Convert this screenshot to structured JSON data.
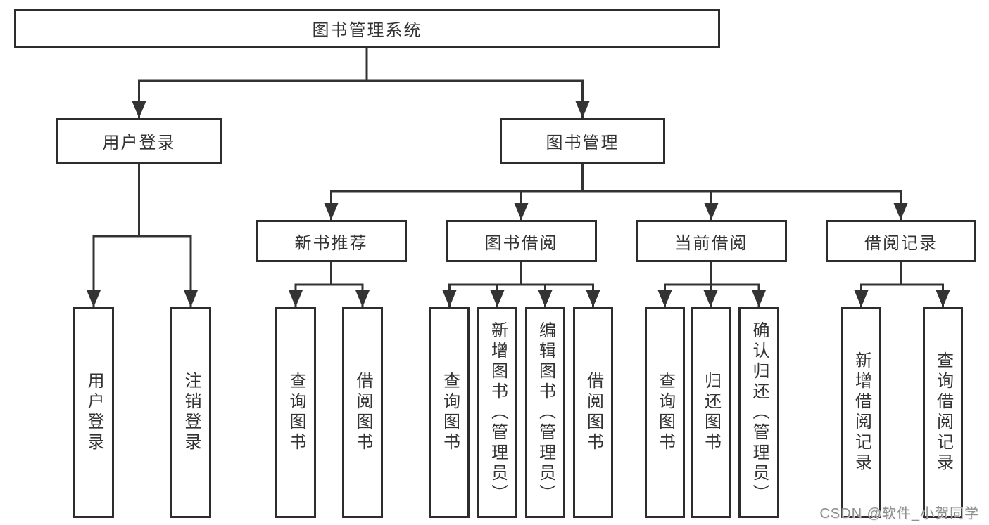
{
  "diagram": {
    "root": {
      "label": "图书管理系统"
    },
    "branches": {
      "user_login": {
        "label": "用户登录",
        "children": [
          "用户登录",
          "注销登录"
        ]
      },
      "book_management": {
        "label": "图书管理",
        "sections": {
          "new_book_recommend": {
            "label": "新书推荐",
            "children": [
              "查询图书",
              "借阅图书"
            ]
          },
          "book_borrow": {
            "label": "图书借阅",
            "children": [
              "查询图书",
              "新增图书（管理员）",
              "编辑图书（管理员）",
              "借阅图书"
            ]
          },
          "current_borrow": {
            "label": "当前借阅",
            "children": [
              "查询图书",
              "归还图书",
              "确认归还（管理员）"
            ]
          },
          "borrow_record": {
            "label": "借阅记录",
            "children": [
              "新增借阅记录",
              "查询借阅记录"
            ]
          }
        }
      }
    }
  },
  "watermark": {
    "text": "CSDN @软件_小贺同学"
  },
  "colors": {
    "line": "#333333",
    "box_border": "#2d2d2d",
    "box_fill": "#ffffff",
    "text": "#333333",
    "watermark": "#8f8f8f",
    "background": "#ffffff"
  }
}
